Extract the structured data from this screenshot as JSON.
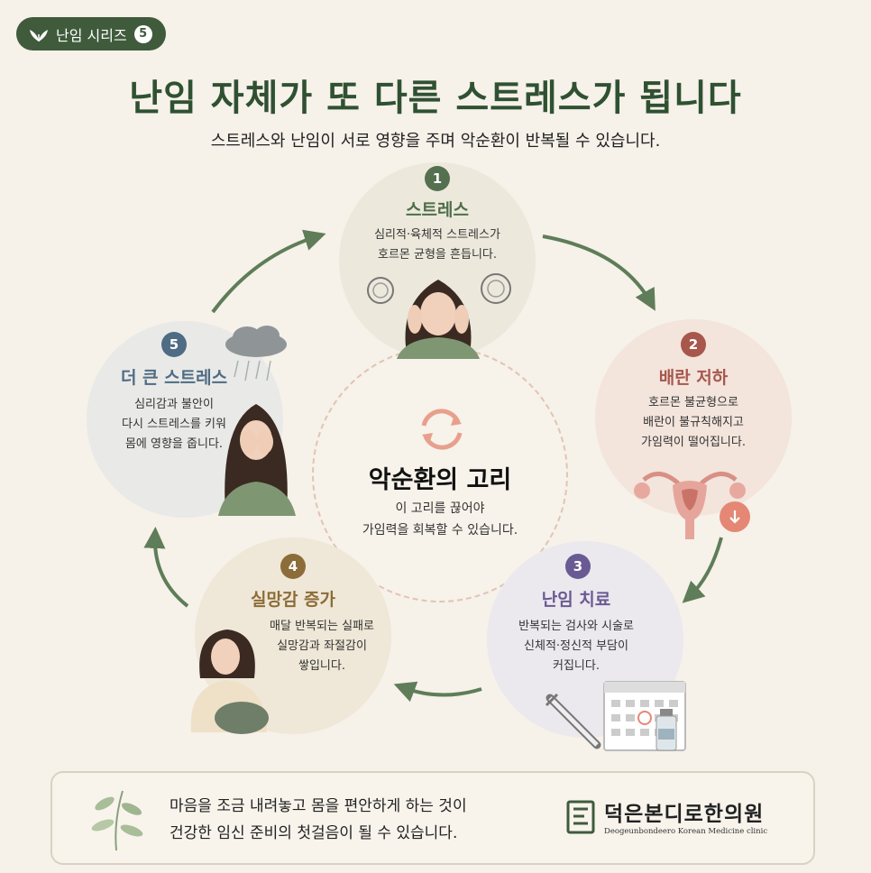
{
  "badge": {
    "label": "난임 시리즈",
    "number": "5",
    "icon": "leaf-icon"
  },
  "title": "난임 자체가 또 다른 스트레스가 됩니다",
  "subtitle": "스트레스와 난임이 서로 영향을 주며 악순환이 반복될 수 있습니다.",
  "steps": [
    {
      "number": "1",
      "title": "스트레스",
      "desc": [
        "심리적·육체적 스트레스가",
        "호르몬 균형을 흔듭니다."
      ],
      "color": "#55704f"
    },
    {
      "number": "2",
      "title": "배란 저하",
      "desc": [
        "호르몬 불균형으로",
        "배란이 불규칙해지고",
        "가임력이 떨어집니다."
      ],
      "color": "#a8574c"
    },
    {
      "number": "3",
      "title": "난임 치료",
      "desc": [
        "반복되는 검사와 시술로",
        "신체적·정신적 부담이",
        "커집니다."
      ],
      "color": "#6a5a93"
    },
    {
      "number": "4",
      "title": "실망감 증가",
      "desc": [
        "매달 반복되는 실패로",
        "실망감과 좌절감이",
        "쌓입니다."
      ],
      "color": "#8c6c38"
    },
    {
      "number": "5",
      "title": "더 큰 스트레스",
      "desc": [
        "심리감과 불안이",
        "다시 스트레스를 키워",
        "몸에 영향을 줍니다."
      ],
      "color": "#4e6c84"
    }
  ],
  "center": {
    "title": "악순환의 고리",
    "desc": [
      "이 고리를 끊어야",
      "가임력을 회복할 수 있습니다."
    ],
    "icon": "cycle-arrows-icon"
  },
  "footer": {
    "lines": [
      "마음을 조금 내려놓고 몸을 편안하게 하는 것이",
      "건강한 임신 준비의 첫걸음이 될 수 있습니다."
    ],
    "clinic_name": "덕은본디로한의원",
    "clinic_sub": "Deogeunbondeero Korean Medicine clinic"
  },
  "colors": {
    "accent": "#3f5b3c",
    "arrow": "#5e7d58",
    "background": "#f6f1e9"
  }
}
